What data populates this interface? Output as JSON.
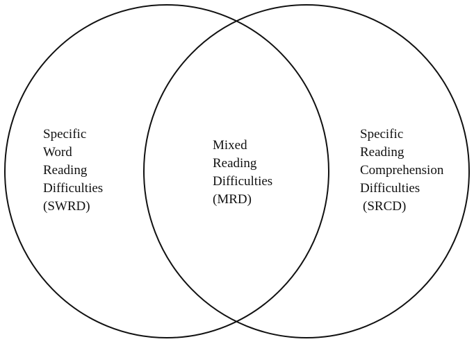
{
  "colors": {
    "background": "#ffffff",
    "stroke": "#111111",
    "text": "#111111"
  },
  "venn": {
    "left": {
      "lines": [
        "Specific",
        "Word",
        "Reading",
        "Difficulties",
        "(SWRD)"
      ]
    },
    "center": {
      "lines": [
        "Mixed",
        "Reading",
        "Difficulties",
        "(MRD)"
      ]
    },
    "right": {
      "lines": [
        "Specific",
        "Reading",
        "Comprehension",
        "Difficulties",
        "(SRCD)"
      ]
    }
  }
}
